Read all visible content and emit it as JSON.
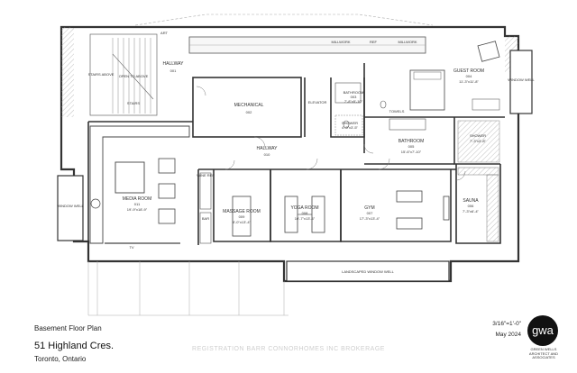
{
  "sheet": {
    "title": "Basement Floor Plan",
    "address": "51 Highland Cres.",
    "city": "Toronto, Ontario",
    "scale": "3/16\"=1'-0\"",
    "date": "May 2024",
    "logo_text": "gwa",
    "logo_subtext": "GREEN WELLS ARCHITECT AND ASSOCIATES",
    "watermark": "REGISTRATION BARR CONNORHOMES INC BROKERAGE"
  },
  "rooms": {
    "hallway_001": {
      "name": "HALLWAY",
      "num": "001"
    },
    "mechanical": {
      "name": "MECHANICAL",
      "num": "002"
    },
    "elevator": {
      "name": "ELEVATOR"
    },
    "bathroom_003": {
      "name": "BATHROOM",
      "num": "003",
      "dim": "7'-8\"x5'-10\""
    },
    "shower_small": {
      "name": "SHOWER",
      "dim": "4'-3\"x3'-5\""
    },
    "guest_room": {
      "name": "GUEST ROOM",
      "num": "004",
      "dim": "11'-3\"x11'-8\""
    },
    "bathroom_005": {
      "name": "BATHROOM",
      "num": "005",
      "dim": "15'-6\"x7'-10\""
    },
    "shower_large": {
      "name": "SHOWER",
      "dim": "7'-3\"x3'-8\""
    },
    "towels": {
      "name": "TOWELS"
    },
    "hallway_010": {
      "name": "HALLWAY",
      "num": "010"
    },
    "media_room": {
      "name": "MEDIA ROOM",
      "num": "011",
      "dim": "19'-9\"x18'-9\""
    },
    "massage_room": {
      "name": "MASSAGE ROOM",
      "num": "009",
      "dim": "8'-0\"x13'-4\""
    },
    "yoga_room": {
      "name": "YOGA ROOM",
      "num": "008",
      "dim": "10'-7\"x13'-4\""
    },
    "gym": {
      "name": "GYM",
      "num": "007",
      "dim": "17'-3\"x13'-4\""
    },
    "sauna": {
      "name": "SAUNA",
      "num": "006",
      "dim": "7'-3\"x6'-4\""
    },
    "window_well_left": {
      "name": "WINDOW WELL"
    },
    "window_well_right": {
      "name": "WINDOW WELL"
    },
    "landscaped_window_well": {
      "name": "LANDSCAPED WINDOW WELL"
    },
    "stairs_up": {
      "name": "STAIRS ABOVE"
    },
    "open_to_above": {
      "name": "OPEN TO ABOVE"
    },
    "stairs_down": {
      "name": "STAIRS"
    }
  },
  "fixtures": {
    "millwork_1": "MILLWORK",
    "millwork_2": "MILLWORK",
    "ref": "REF",
    "art": "ART",
    "tv": "TV",
    "wine_ref": "WINE REF",
    "bar": "BAR"
  }
}
